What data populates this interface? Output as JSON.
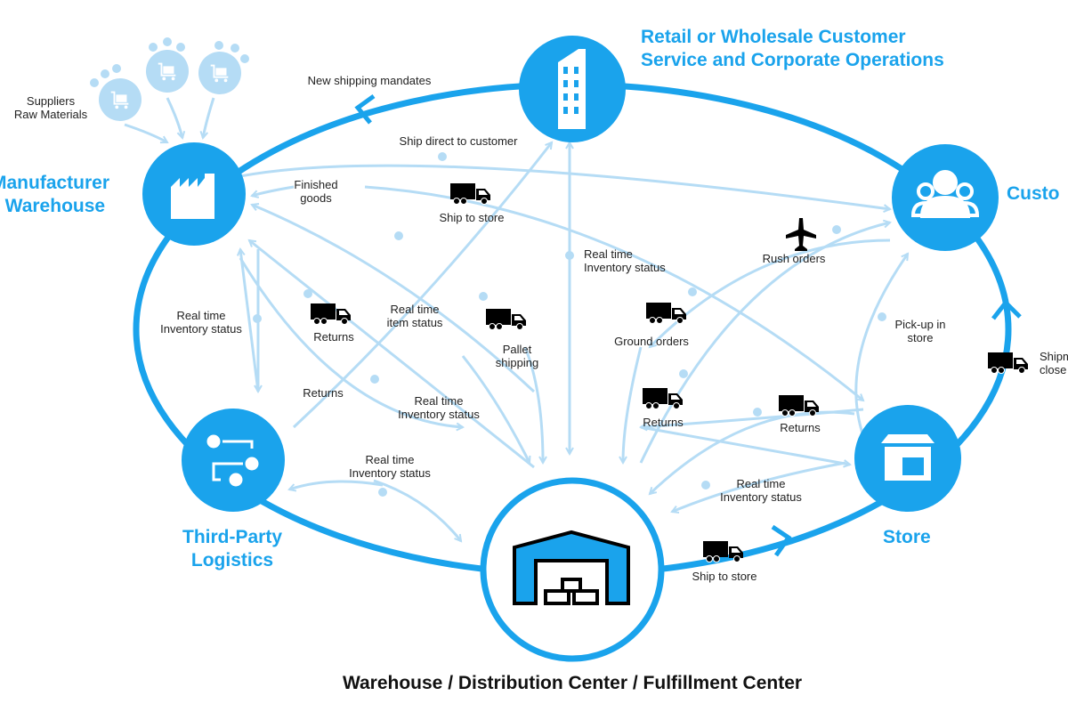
{
  "colors": {
    "primary": "#1aa3ec",
    "light": "#b5dcf5",
    "icon": "#000000"
  },
  "nodes": {
    "retail": {
      "line1": "Retail or Wholesale Customer",
      "line2": "Service and Corporate Operations",
      "icon": "building-icon"
    },
    "manufacturer": {
      "line1": "Manufacturer",
      "line2": "/ Warehouse",
      "icon": "factory-icon"
    },
    "customer": {
      "line1": "Custo",
      "icon": "people-icon"
    },
    "store": {
      "line1": "Store",
      "icon": "store-icon"
    },
    "third_party": {
      "line1": "Third-Party",
      "line2": "Logistics",
      "icon": "flow-icon"
    },
    "warehouse": {
      "title": "Warehouse / Distribution Center / Fulfillment Center",
      "icon": "warehouse-icon"
    }
  },
  "suppliers": {
    "line1": "Suppliers",
    "line2": "Raw Materials",
    "icon": "cart-icon"
  },
  "labels": {
    "new_shipping": "New shipping mandates",
    "ship_direct": "Ship direct to customer",
    "finished1": "Finished",
    "finished2": "goods",
    "ship_to_store_top": "Ship to store",
    "rt_inv_center1": "Real time",
    "rt_inv_center2": "Inventory status",
    "rush_orders": "Rush orders",
    "rt_inv_left1": "Real time",
    "rt_inv_left2": "Inventory status",
    "returns_1": "Returns",
    "rt_item1": "Real time",
    "rt_item2": "item status",
    "pallet1": "Pallet",
    "pallet2": "shipping",
    "ground_orders": "Ground orders",
    "pickup1": "Pick-up in",
    "pickup2": "store",
    "shipm1": "Shipm",
    "shipm2": "close",
    "returns_2": "Returns",
    "rt_inv_mid1": "Real time",
    "rt_inv_mid2": "Inventory status",
    "returns_3": "Returns",
    "returns_4": "Returns",
    "rt_inv_3pl1": "Real time",
    "rt_inv_3pl2": "Inventory status",
    "rt_inv_store1": "Real time",
    "rt_inv_store2": "Inventory status",
    "ship_to_store_bottom": "Ship to store"
  }
}
